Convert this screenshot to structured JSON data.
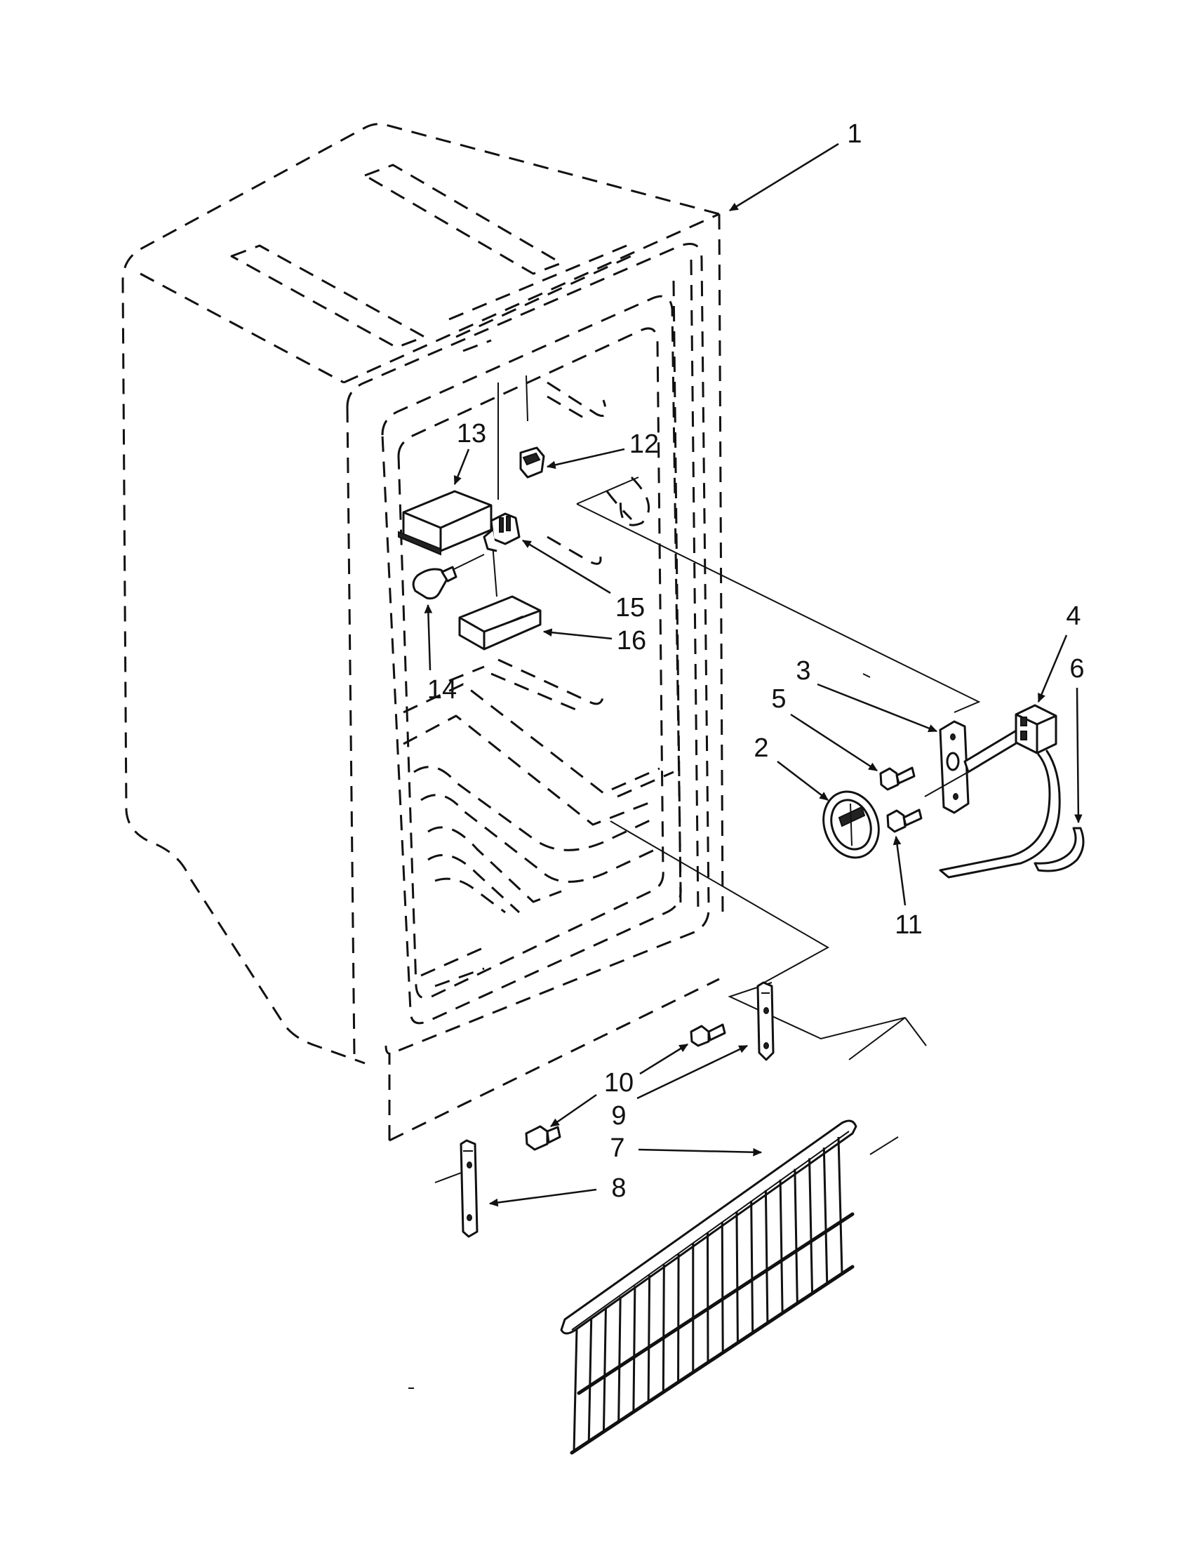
{
  "callouts": [
    {
      "id": "1",
      "label": "1"
    },
    {
      "id": "2",
      "label": "2"
    },
    {
      "id": "3",
      "label": "3"
    },
    {
      "id": "4",
      "label": "4"
    },
    {
      "id": "5",
      "label": "5"
    },
    {
      "id": "6",
      "label": "6"
    },
    {
      "id": "7",
      "label": "7"
    },
    {
      "id": "8",
      "label": "8"
    },
    {
      "id": "9",
      "label": "9"
    },
    {
      "id": "10",
      "label": "10"
    },
    {
      "id": "11",
      "label": "11"
    },
    {
      "id": "12",
      "label": "12"
    },
    {
      "id": "13",
      "label": "13"
    },
    {
      "id": "14",
      "label": "14"
    },
    {
      "id": "15",
      "label": "15"
    },
    {
      "id": "16",
      "label": "16"
    }
  ]
}
